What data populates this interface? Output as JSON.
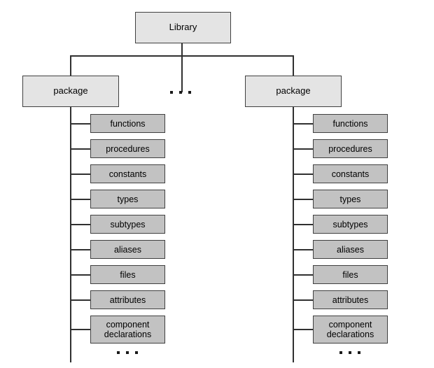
{
  "diagram": {
    "title": "Library",
    "type": "tree-hierarchy",
    "colors": {
      "root_fill": "#e4e4e4",
      "package_fill": "#e4e4e4",
      "leaf_fill": "#c2c2c2",
      "border": "#404040",
      "connector": "#303030",
      "background": "#ffffff",
      "text": "#000000"
    },
    "root": {
      "label": "Library"
    },
    "between_packages_ellipsis": "· · ·",
    "packages": [
      {
        "label": "package",
        "children": [
          {
            "label": "functions"
          },
          {
            "label": "procedures"
          },
          {
            "label": "constants"
          },
          {
            "label": "types"
          },
          {
            "label": "subtypes"
          },
          {
            "label": "aliases"
          },
          {
            "label": "files"
          },
          {
            "label": "attributes"
          },
          {
            "label": "component",
            "label2": "declarations"
          }
        ],
        "trailing_ellipsis": "· · ·"
      },
      {
        "label": "package",
        "children": [
          {
            "label": "functions"
          },
          {
            "label": "procedures"
          },
          {
            "label": "constants"
          },
          {
            "label": "types"
          },
          {
            "label": "subtypes"
          },
          {
            "label": "aliases"
          },
          {
            "label": "files"
          },
          {
            "label": "attributes"
          },
          {
            "label": "component",
            "label2": "declarations"
          }
        ],
        "trailing_ellipsis": "· · ·"
      }
    ]
  }
}
